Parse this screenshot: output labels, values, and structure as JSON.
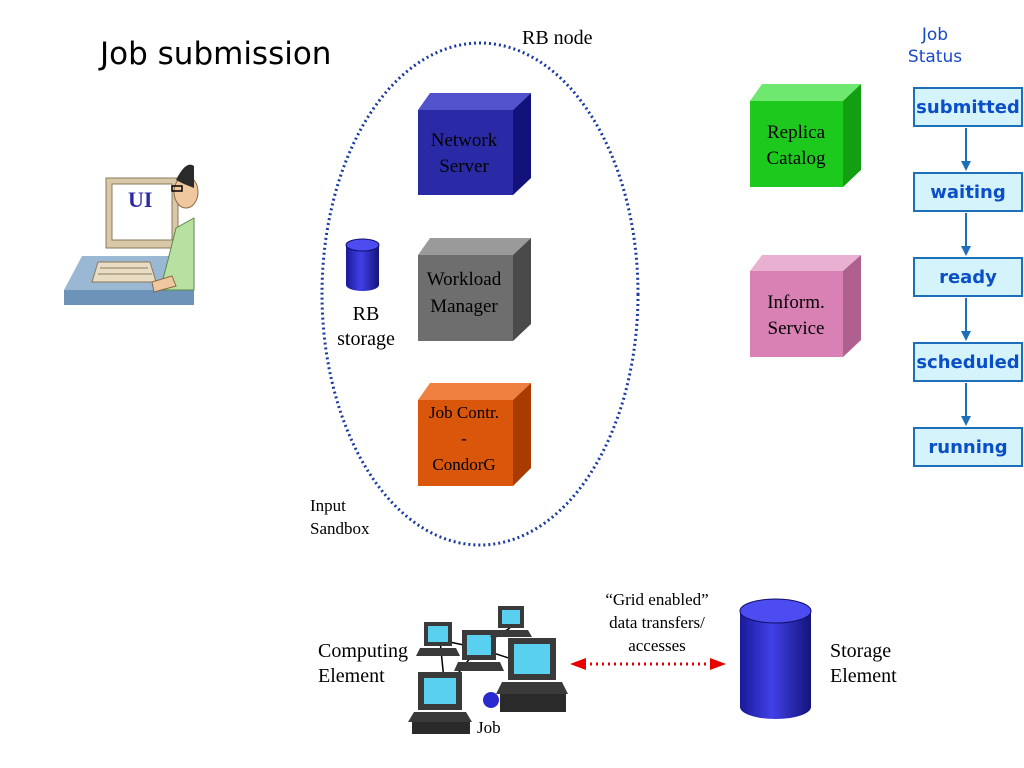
{
  "title": "Job submission",
  "ui_label": "UI",
  "rb_node_label": "RB node",
  "rb_storage_label": [
    "RB",
    "storage"
  ],
  "input_sandbox_label": [
    "Input",
    "Sandbox"
  ],
  "network_server": [
    "Network",
    "Server"
  ],
  "workload_manager": [
    "Workload",
    "Manager"
  ],
  "job_controller": [
    "Job Contr.",
    "-",
    "CondorG"
  ],
  "replica_catalog": [
    "Replica",
    "Catalog"
  ],
  "inform_service": [
    "Inform.",
    "Service"
  ],
  "job_status": {
    "title": [
      "Job",
      "Status"
    ],
    "states": [
      "submitted",
      "waiting",
      "ready",
      "scheduled",
      "running"
    ]
  },
  "computing_element": [
    "Computing",
    "Element"
  ],
  "job_label": "Job",
  "grid_transfer": [
    "“Grid enabled”",
    "data transfers/",
    "accesses"
  ],
  "storage_element": [
    "Storage",
    "Element"
  ],
  "colors": {
    "network_server": "#2a2aa6",
    "workload_manager": "#6e6e6e",
    "job_controller": "#d9560a",
    "replica_catalog": "#1ec91e",
    "inform_service": "#d981b5",
    "status_fill": "#d4f3fb",
    "status_text": "#0b4fc8",
    "ellipse": "#1a3aa0",
    "transfer_arrow": "#e60000"
  }
}
